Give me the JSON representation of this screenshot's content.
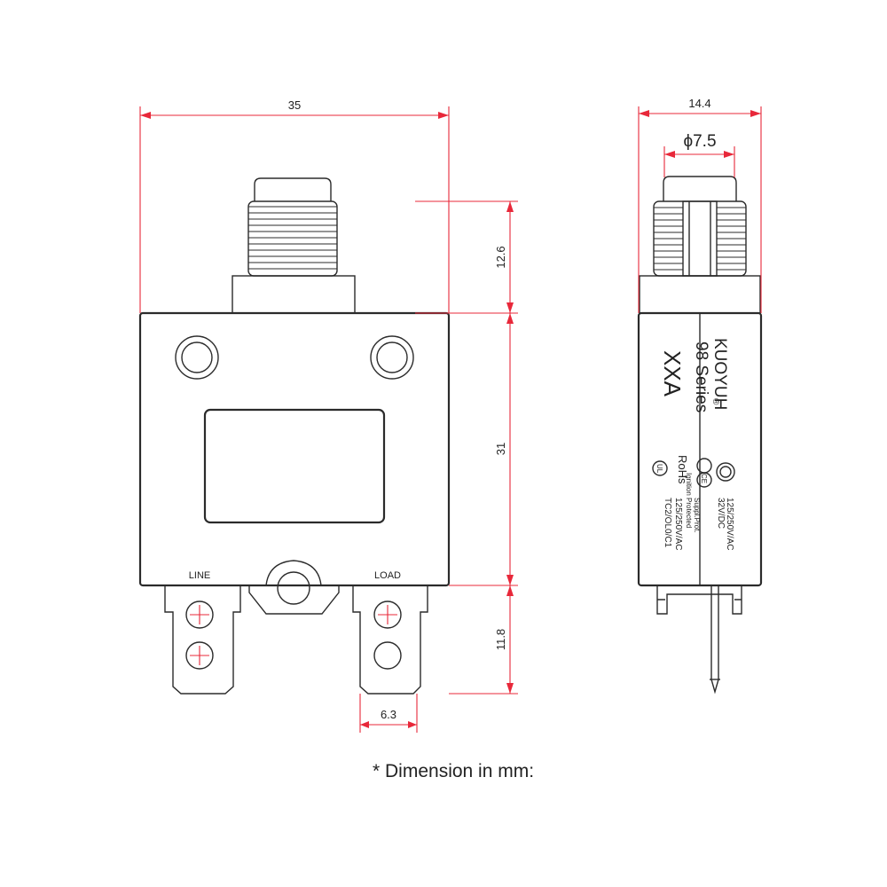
{
  "front_view": {
    "terminal_labels": {
      "line": "LINE",
      "load": "LOAD"
    }
  },
  "side_view": {
    "brand": "KUOYUH",
    "brand_mark": "®",
    "series": "98 Series",
    "rating": "XXA",
    "spec_lines": [
      "125/250V/AC",
      "32V/DC"
    ],
    "sub_lines": [
      "Suppl.Prot.",
      "Ignition Protected",
      "125/250V/AC",
      "TC2/OL0/C1"
    ],
    "cert_marks": [
      "UL",
      "CE"
    ],
    "rohs": "RoHs"
  },
  "dimensions": {
    "width": "35",
    "button_height": "12.6",
    "body_height": "31",
    "terminal_height": "11.8",
    "terminal_width": "6.3",
    "side_width": "14.4",
    "button_diameter": "ϕ7.5"
  },
  "footnote": "* Dimension in mm:",
  "colors": {
    "dimension_lines": "#e8283a",
    "outline": "#2b2b2b"
  }
}
